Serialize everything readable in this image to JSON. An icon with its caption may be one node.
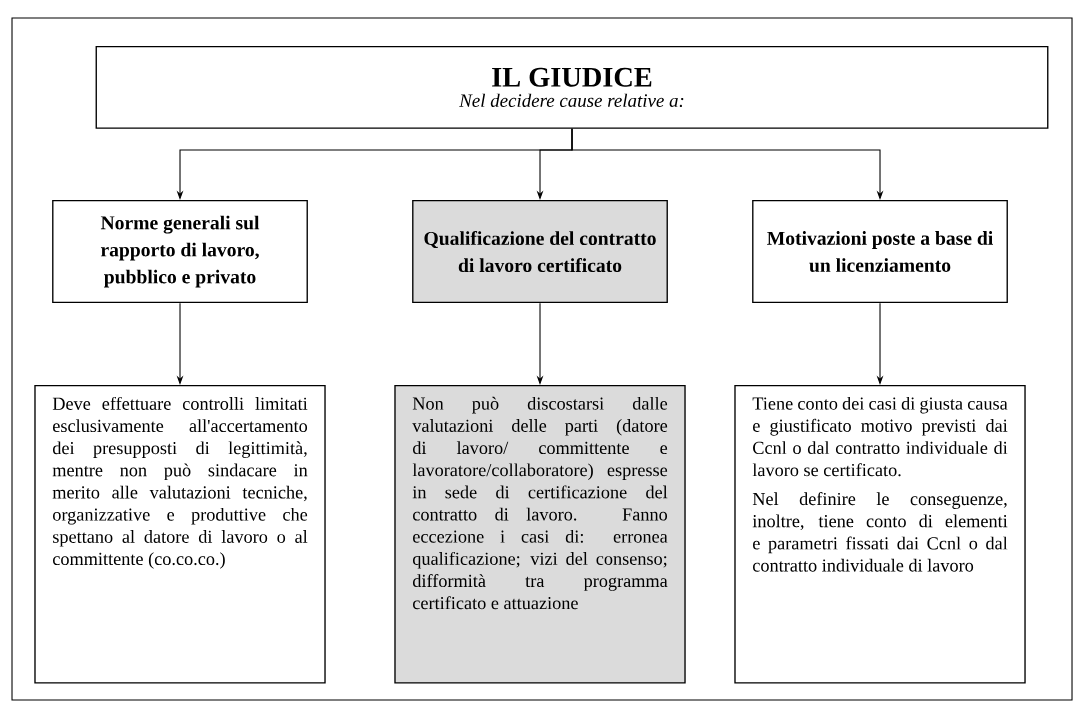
{
  "diagram": {
    "nodes": [
      {
        "text": [
          "IL GIUDICE",
          "Nel decidere cause relative a:"
        ]
      },
      {
        "text": [
          "Norme generali sul rapporto di lavoro, pubblico e privato"
        ]
      },
      {
        "text": [
          "Qualificazione del contratto di lavoro certificato"
        ]
      },
      {
        "text": [
          "Motivazioni poste a base di un licenziamento"
        ]
      },
      {
        "text": [
          "Deve effettuare controlli limitati esclusivamente all'accertamento dei presupposti di legittimità, mentre non può sindacare in merito alle valutazioni tecniche, organizzative e produttive che spettano al datore di lavoro o al committente (co.co.co.)"
        ]
      },
      {
        "text": [
          "Non può discostarsi dalle valutazioni delle parti (datore di lavoro/ committente e lavoratore/collaboratore) espresse in sede di certificazione del contratto di lavoro. Fanno eccezione i casi di: erronea qualificazione; vizi del consenso; difformità tra programma certificato e attuazione"
        ]
      },
      {
        "text": [
          "Tiene conto dei casi di giusta causa e giustificato motivo previsti dai Ccnl o dal contratto individuale di lavoro se certificato.",
          "Nel definire le conseguenze, inoltre, tiene conto di elementi e parametri fissati dai Ccnl o dal contratto individuale di lavoro"
        ]
      }
    ],
    "edges": [
      {
        "from": 0,
        "to": 1,
        "arrow": "to"
      },
      {
        "from": 0,
        "to": 2,
        "arrow": "to"
      },
      {
        "from": 0,
        "to": 3,
        "arrow": "to"
      },
      {
        "from": 1,
        "to": 4,
        "arrow": "to"
      },
      {
        "from": 2,
        "to": 5,
        "arrow": "to"
      },
      {
        "from": 3,
        "to": 6,
        "arrow": "to"
      }
    ]
  }
}
